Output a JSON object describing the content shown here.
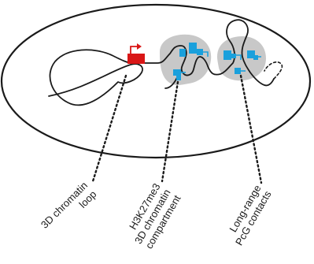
{
  "colors": {
    "nucleus_outline": "#1a1a1a",
    "chromatin_fiber": "#1a1a1a",
    "compartment_fill": "#c8c8c8",
    "gene_box": "#d91616",
    "tss_arrow": "#d91616",
    "pcg_complex": "#1aa0dc",
    "leader_line": "#1a1a1a"
  },
  "labels": {
    "loop": {
      "line1": "3D chromatin",
      "line2": "loop"
    },
    "compartment": {
      "line1": "H3K27me3",
      "line2": "3D chromatin",
      "line3": "compartment"
    },
    "contacts": {
      "line1": "Long-range",
      "line2": "PcG contacts"
    }
  },
  "icons": {
    "gene": "red-gene-box-icon",
    "tss": "transcription-start-arrow-icon",
    "pcg": "blue-pcg-protein-icon"
  }
}
